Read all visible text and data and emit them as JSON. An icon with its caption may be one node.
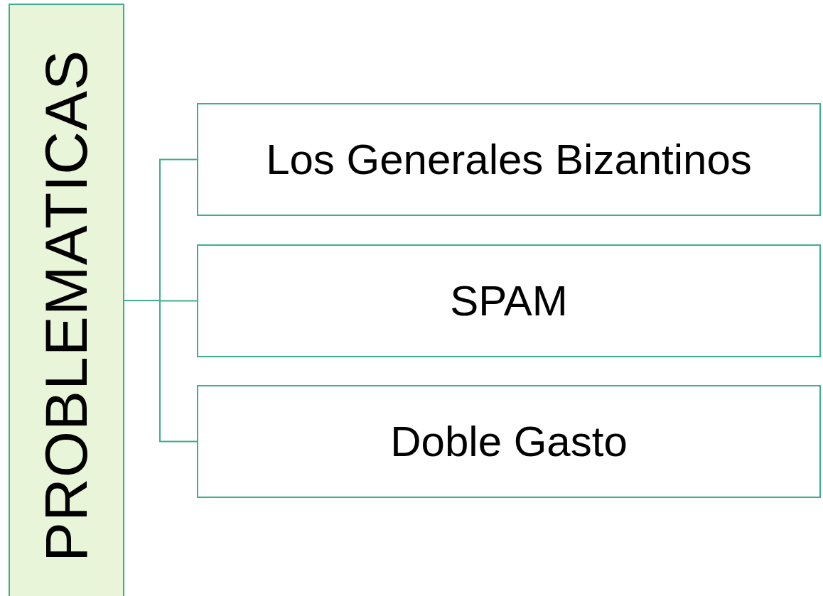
{
  "diagram": {
    "nodes": [
      {
        "text": [
          "PROBLEMATICAS"
        ]
      },
      {
        "text": [
          "Los Generales Bizantinos"
        ]
      },
      {
        "text": [
          "SPAM"
        ]
      },
      {
        "text": [
          "Doble Gasto"
        ]
      }
    ],
    "edges": [
      {
        "from": 0,
        "to": 1,
        "arrow": "none"
      },
      {
        "from": 0,
        "to": 2,
        "arrow": "none"
      },
      {
        "from": 0,
        "to": 3,
        "arrow": "none"
      }
    ]
  }
}
